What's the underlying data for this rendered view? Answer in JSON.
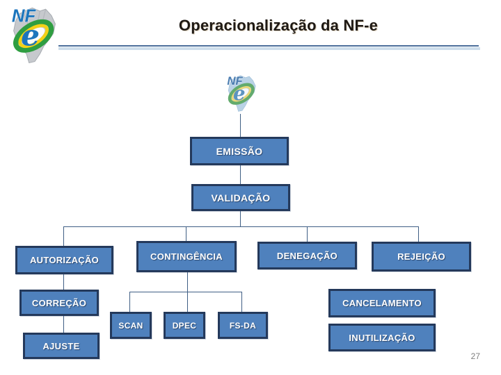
{
  "header": {
    "title": "Operacionalização da NF-e"
  },
  "logo": {
    "nf": "NF",
    "e": "e"
  },
  "watermark_logo": {
    "nf": "NF",
    "e": "e"
  },
  "diagram": {
    "nodes": {
      "emissao": "EMISSÃO",
      "validacao": "VALIDAÇÃO",
      "autorizacao": "AUTORIZAÇÃO",
      "contingencia": "CONTINGÊNCIA",
      "denegacao": "DENEGAÇÃO",
      "rejeicao": "REJEIÇÃO",
      "correcao": "CORREÇÃO",
      "ajuste": "AJUSTE",
      "scan": "SCAN",
      "dpec": "DPEC",
      "fs_da": "FS-DA",
      "cancelamento": "CANCELAMENTO",
      "inutilizacao": "INUTILIZAÇÃO"
    }
  },
  "footer": {
    "page_number": "27"
  },
  "theme": {
    "--node-fill": "#4f81bd",
    "--node-border": "#24395b",
    "--connector": "#3f5e84",
    "--accent-dark": "#4c6f9b",
    "--accent-light": "#cdddeb",
    "--title-color": "#1e1914",
    "--page-muted": "#7f7f7f"
  }
}
